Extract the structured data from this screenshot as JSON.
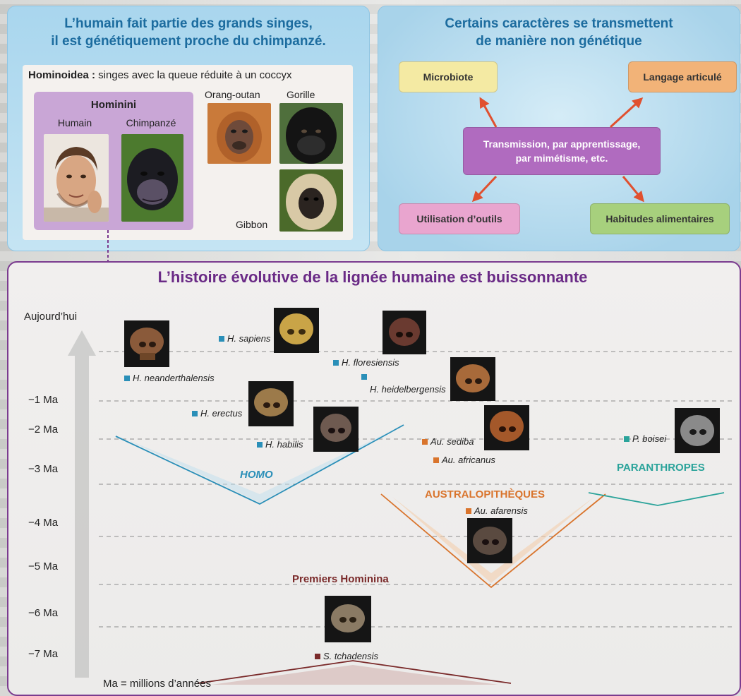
{
  "top_left": {
    "title_line1": "L’humain fait partie des grands singes,",
    "title_line2": "il est génétiquement proche du chimpanzé.",
    "hominoidea_term": "Hominoidea :",
    "hominoidea_desc": " singes avec la queue réduite à un coccyx",
    "hominini": "Hominini",
    "labels": {
      "humain": "Humain",
      "chimpanze": "Chimpanzé",
      "orang": "Orang-outan",
      "gorille": "Gorille",
      "gibbon": "Gibbon"
    }
  },
  "top_right": {
    "title_line1": "Certains caractères se transmettent",
    "title_line2": "de manière non génétique",
    "center_line1": "Transmission, par apprentissage,",
    "center_line2": "par mimétisme, etc.",
    "boxes": {
      "microbiote": "Microbiote",
      "langage": "Langage articulé",
      "outils": "Utilisation d’outils",
      "alimentaires": "Habitudes alimentaires"
    },
    "colors": {
      "microbiote": "#f4eaa3",
      "langage": "#f2b378",
      "center": "#b06bbf",
      "outils": "#e9a5cf",
      "alimentaires": "#a7d07d",
      "arrow": "#e0502f"
    }
  },
  "bottom": {
    "title": "L’histoire évolutive de la lignée humaine est buissonnante",
    "time_labels": [
      "Aujourd’hui",
      "−1 Ma",
      "−2 Ma",
      "−3 Ma",
      "−4 Ma",
      "−5 Ma",
      "−6 Ma",
      "−7 Ma"
    ],
    "footnote": "Ma = millions d’années",
    "groups": {
      "homo": "HOMO",
      "australopitheques": "AUSTRALOPITHÈQUES",
      "paranthropes": "PARANTHROPES",
      "premiers": "Premiers Hominina"
    },
    "species": {
      "neanderthalensis": "H. neanderthalensis",
      "sapiens": "H. sapiens",
      "floresiensis": "H. floresiensis",
      "heidelbergensis": "H. heidelbergensis",
      "erectus": "H. erectus",
      "habilis": "H. habilis",
      "sediba": "Au. sediba",
      "africanus": "Au. africanus",
      "afarensis": "Au. afarensis",
      "boisei": "P. boisei",
      "tchadensis": "S. tchadensis"
    },
    "colors": {
      "homo": "#2a8fb8",
      "australo": "#d9742c",
      "paranthropes": "#2aa39a",
      "premiers": "#7a2a2a",
      "title": "#6a2a86"
    }
  }
}
